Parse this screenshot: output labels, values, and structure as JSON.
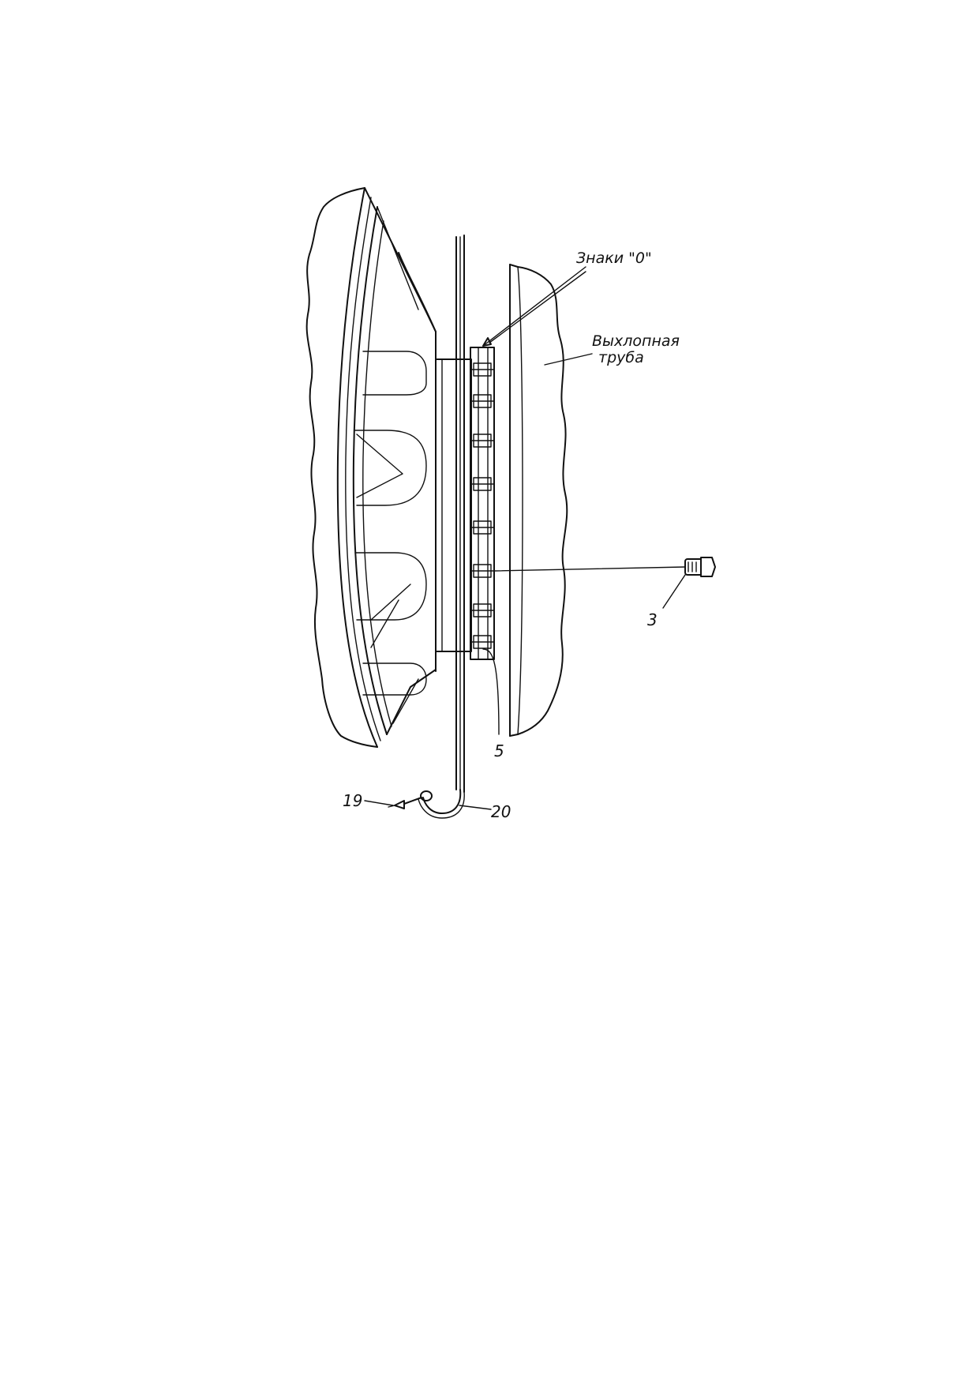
{
  "figure": {
    "labels": {
      "zero_marks": "Знаки \"0\"",
      "exhaust_pipe_line1": "Выхлопная",
      "exhaust_pipe_line2": "труба",
      "part_3": "3",
      "part_5": "5",
      "part_19": "19",
      "part_20": "20"
    },
    "colors": {
      "ink": "#111111",
      "paper": "#ffffff"
    }
  }
}
